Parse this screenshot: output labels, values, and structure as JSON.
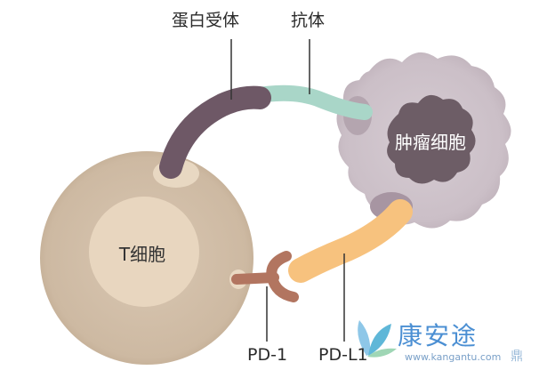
{
  "labels": {
    "receptor": "蛋白受体",
    "antibody": "抗体",
    "pd1": "PD-1",
    "pdl1": "PD-L1",
    "t_cell": "T细胞",
    "tumor_cell": "肿瘤细胞"
  },
  "watermark": {
    "name": "康安途",
    "url": "www.kangantu.com",
    "mark": "鼎"
  },
  "colors": {
    "t_cell_membrane": "#cfbba4",
    "t_cell_nucleus": "#e8d6bf",
    "tumor_cell": "#cdc3c9",
    "tumor_nucleus": "#6d5d66",
    "receptor": "#6e5866",
    "antibody": "#a9d6c8",
    "pd_l1": "#f7c27e",
    "pd_1": "#b27560"
  }
}
